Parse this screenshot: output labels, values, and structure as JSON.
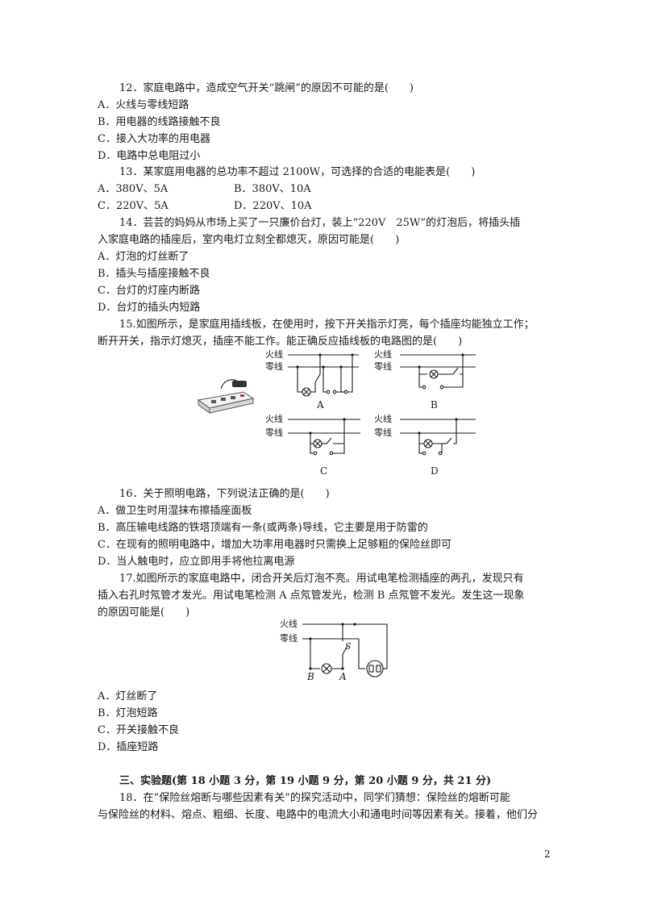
{
  "page_number": "2",
  "questions": {
    "q12": {
      "stem": "12．家庭电路中，造成空气开关“跳闸”的原因不可能的是(　　)",
      "options": [
        "A．火线与零线短路",
        "B．用电器的线路接触不良",
        "C．接入大功率的用电器",
        "D．电路中总电阻过小"
      ]
    },
    "q13": {
      "stem": "13．某家庭用电器的总功率不超过 2100W，可选择的合适的电能表是(　　)",
      "options": [
        "A．380V、5A",
        "B．380V、10A",
        "C．220V、5A",
        "D．220V、10A"
      ]
    },
    "q14": {
      "stem_line1": "14．芸芸的妈妈从市场上买了一只廉价台灯，装上“220V　25W”的灯泡后，将插头插",
      "stem_line2": "入家庭电路的插座后，室内电灯立刻全都熄灭，原因可能是(　　)",
      "options": [
        "A．灯泡的灯丝断了",
        "B．插头与插座接触不良",
        "C．台灯的灯座内断路",
        "D．台灯的插头内短路"
      ]
    },
    "q15": {
      "stem_line1": "15.如图所示，是家庭用插线板，在使用时，按下开关指示灯亮，每个插座均能独立工作；",
      "stem_line2": "断开开关，指示灯熄灭，插座不能工作。能正确反应插线板的电路图的是(　　)",
      "fire_wire": "火线",
      "neutral_wire": "零线",
      "diagram_labels": [
        "A",
        "B",
        "C",
        "D"
      ]
    },
    "q16": {
      "stem": "16．关于照明电路，下列说法正确的是(　　)",
      "options": [
        "A．做卫生时用湿抹布擦插座面板",
        "B．高压输电线路的铁塔顶端有一条(或两条)导线，它主要是用于防雷的",
        "C．在现有的照明电路中，增加大功率用电器时只需换上足够粗的保险丝即可",
        "D．当人触电时，应立即用手将他拉离电源"
      ]
    },
    "q17": {
      "stem_line1": "17.如图所示的家庭电路中，闭合开关后灯泡不亮。用试电笔检测插座的两孔，发现只有",
      "stem_line2": "插入右孔时氖管才发光。用试电笔检测 A 点氖管发光，检测 B 点氖管不发光。发生这一现象",
      "stem_line3": "的原因可能是(　　)",
      "fire_wire": "火线",
      "neutral_wire": "零线",
      "switch_label": "S",
      "point_a": "A",
      "point_b": "B",
      "options": [
        "A．灯丝断了",
        "B．灯泡短路",
        "C．开关接触不良",
        "D．插座短路"
      ]
    },
    "section3": {
      "heading": "三、实验题(第 18 小题 3 分，第 19 小题 9 分，第 20 小题 9 分，共 21 分)"
    },
    "q18": {
      "stem_line1": "18．在“保险丝熔断与哪些因素有关”的探究活动中，同学们猜想：保险丝的熔断可能",
      "stem_line2": "与保险丝的材料、熔点、粗细、长度、电路中的电流大小和通电时间等因素有关。接着，他们分"
    }
  }
}
